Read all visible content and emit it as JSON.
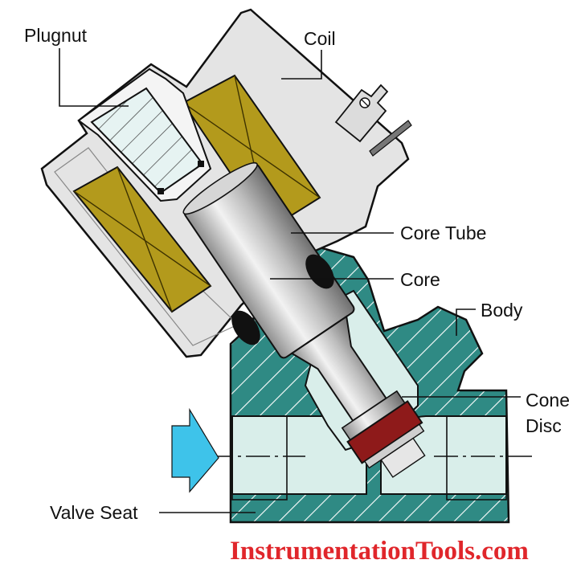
{
  "labels": {
    "plugnut": "Plugnut",
    "coil": "Coil",
    "core_tube": "Core Tube",
    "core": "Core",
    "body": "Body",
    "cone_disc_line1": "Cone",
    "cone_disc_line2": "Disc",
    "valve_seat": "Valve Seat"
  },
  "watermark": "InstrumentationTools.com",
  "colors": {
    "coil_housing": "#e4e4e4",
    "coil_winding": "#b39a1c",
    "body_fill": "#2f8a84",
    "passage_fill": "#d9eeea",
    "cone_disc": "#8e1a1a",
    "flow_arrow": "#3ec3ea",
    "watermark": "#e0262b"
  },
  "icons": {
    "flow_arrow": "flow-direction-arrow-icon",
    "terminal": "lead-terminal-icon"
  }
}
